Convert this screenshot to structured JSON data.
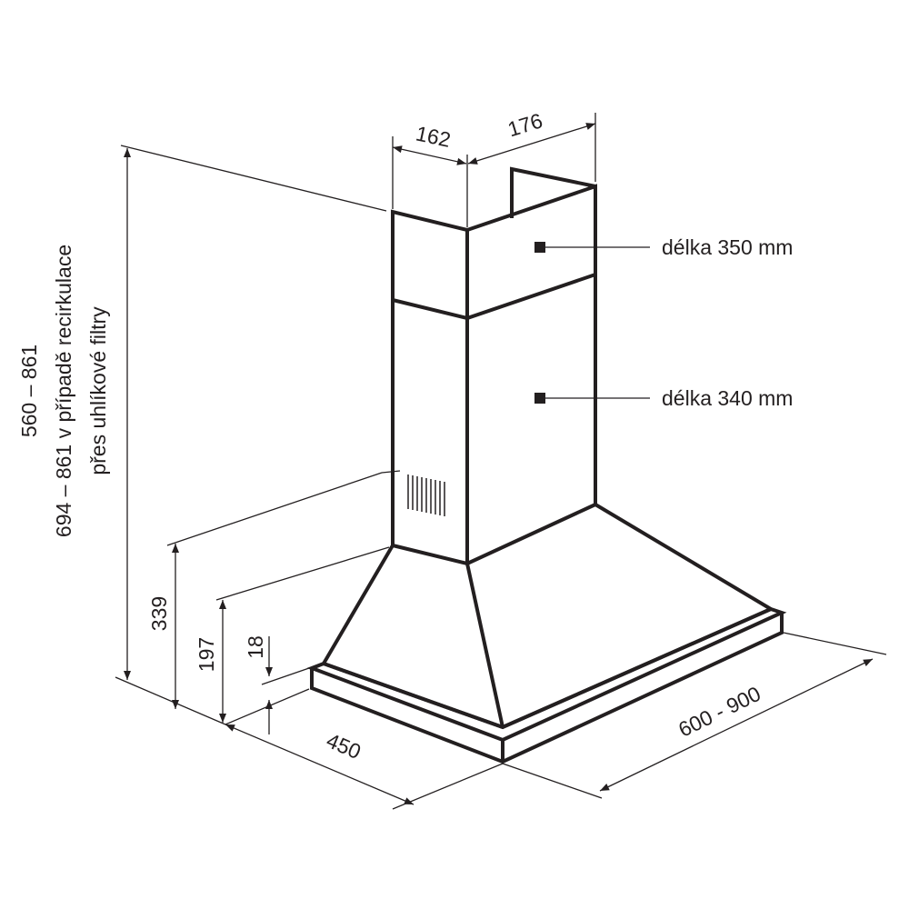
{
  "title": "Cooker hood dimension drawing",
  "dimensions": {
    "total_height": "560 – 861",
    "recirculation_height": "694 – 861 v případě recirkulace",
    "recirculation_note": "přes uhlíkové filtry",
    "h339": "339",
    "h197": "197",
    "h18": "18",
    "depth": "450",
    "width": "600 - 900",
    "chimney_depth": "162",
    "chimney_width": "176"
  },
  "labels": {
    "upper_chimney": "délka 350 mm",
    "lower_chimney": "délka 340 mm"
  },
  "colors": {
    "line": "#231f20",
    "background": "#ffffff"
  }
}
